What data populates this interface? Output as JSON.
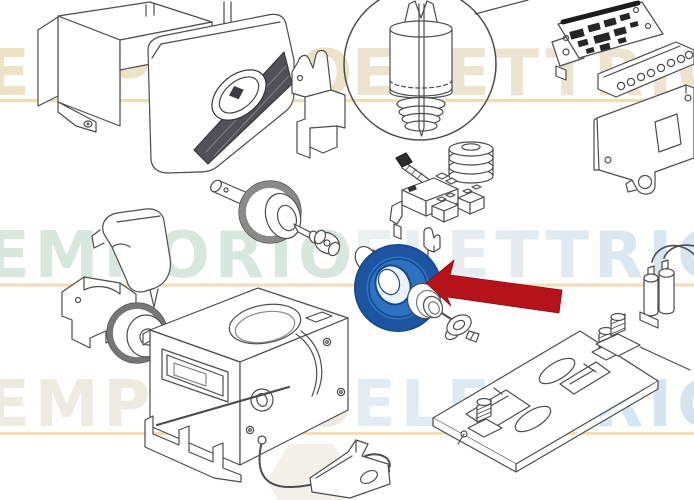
{
  "watermark": {
    "rows": [
      {
        "left": "EMPORIO",
        "right": "ELETTRICO",
        "left_color": "#ece3c7",
        "right_color": "#ece4cf",
        "underline_color": "#ead9a4"
      },
      {
        "left": "EMPORIO",
        "right": "ELETTRICO",
        "left_color": "#d7e7de",
        "right_color": "#eef0f0",
        "right_color_end": "#cfe2f1",
        "underline_color": "#f0cf9b"
      },
      {
        "left": "EMPORIO",
        "right": "ELETTRICO",
        "left_color": "#edeae2",
        "right_color": "#e3ecf2",
        "right_color_end": "#cfe2ee",
        "underline_color": "#f0cf9b"
      }
    ],
    "hexagon_color": "#f2f0e9"
  },
  "diagram": {
    "subject": "exploded-parts-diagram",
    "line_color": "#4c4c4c",
    "background": "#fefefe",
    "highlighted_part": {
      "name": "drive-gear",
      "fill": "#2e72c1",
      "outline": "#15488c",
      "teeth": "#1c55a0",
      "bore": "#e9f1fa"
    },
    "arrow": {
      "color": "#b5121a",
      "outline": "#8e0d12"
    },
    "parts": [
      "rear-cover",
      "front-cover",
      "logo-oval",
      "wall-bracket",
      "detail-circle-motor",
      "control-board",
      "punched-bracket",
      "mounting-plate",
      "spring-washer-stack",
      "screw",
      "micro-switch",
      "terminal-blocks",
      "small-clip",
      "rotor-shaft-assembly",
      "motor-cover",
      "support-bracket",
      "idler-gear",
      "gearbox-housing",
      "release-spring",
      "corner-bracket",
      "highlighted-drive-gear",
      "annotation-arrow",
      "pin-and-washer",
      "base-plate",
      "stud-bolt-left",
      "stud-bolt-right",
      "stud-plate",
      "capacitor"
    ]
  }
}
